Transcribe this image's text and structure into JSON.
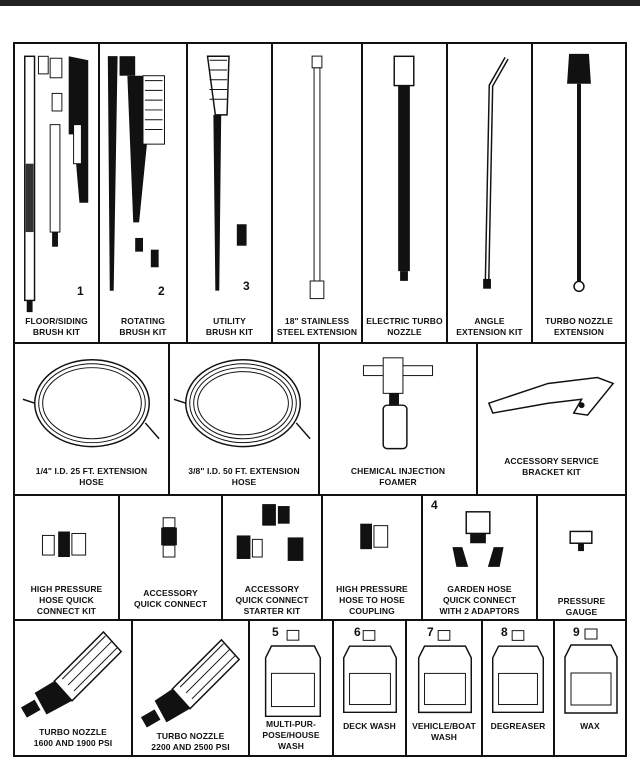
{
  "items": {
    "floor_siding": {
      "lines": [
        "FLOOR/SIDING",
        "BRUSH KIT"
      ],
      "number": "1"
    },
    "rotating": {
      "lines": [
        "ROTATING",
        "BRUSH KIT"
      ],
      "number": "2"
    },
    "utility": {
      "lines": [
        "UTILITY",
        "BRUSH KIT"
      ],
      "number": "3"
    },
    "stainless": {
      "lines": [
        "18\" STAINLESS",
        "STEEL EXTENSION"
      ]
    },
    "electric_turbo": {
      "lines": [
        "ELECTRIC TURBO",
        "NOZZLE"
      ]
    },
    "angle": {
      "lines": [
        "ANGLE",
        "EXTENSION KIT"
      ]
    },
    "turbo_ext": {
      "lines": [
        "TURBO NOZZLE",
        "EXTENSION"
      ]
    },
    "hose25": {
      "lines": [
        "1/4\" I.D. 25 ft. EXTENSION",
        "HOSE"
      ]
    },
    "hose50": {
      "lines": [
        "3/8\" I.D. 50 ft. EXTENSION",
        "HOSE"
      ]
    },
    "foamer": {
      "lines": [
        "CHEMICAL INJECTION",
        "FOAMER"
      ]
    },
    "bracket": {
      "lines": [
        "ACCESSORY SERVICE",
        "BRACKET KIT"
      ]
    },
    "hp_quick": {
      "lines": [
        "HIGH PRESSURE",
        "HOSE QUICK",
        "CONNECT KIT"
      ]
    },
    "acc_quick": {
      "lines": [
        "ACCESSORY",
        "QUICK CONNECT"
      ]
    },
    "starter": {
      "lines": [
        "ACCESSORY",
        "QUICK CONNECT",
        "STARTER KIT"
      ]
    },
    "hp_coupling": {
      "lines": [
        "HIGH PRESSURE",
        "HOSE TO HOSE",
        "COUPLING"
      ]
    },
    "garden": {
      "lines": [
        "GARDEN HOSE",
        "QUICK CONNECT",
        "WITH 2 ADAPTORS"
      ],
      "number": "4"
    },
    "gauge": {
      "lines": [
        "PRESSURE",
        "GAUGE"
      ]
    },
    "turbo1": {
      "lines": [
        "TURBO NOZZLE",
        "1600 and 1900 PSI"
      ]
    },
    "turbo2": {
      "lines": [
        "TURBO NOZZLE",
        "2200 and 2500 PSI"
      ]
    },
    "multi": {
      "lines": [
        "MULTI-PUR-",
        "POSE/HOUSE",
        "WASH"
      ],
      "number": "5"
    },
    "deck": {
      "lines": [
        "DECK WASH"
      ],
      "number": "6"
    },
    "vehicle": {
      "lines": [
        "VEHICLE/BOAT",
        "WASH"
      ],
      "number": "7"
    },
    "degreaser": {
      "lines": [
        "DEGREASER"
      ],
      "number": "8"
    },
    "wax": {
      "lines": [
        "WAX"
      ],
      "number": "9"
    }
  }
}
